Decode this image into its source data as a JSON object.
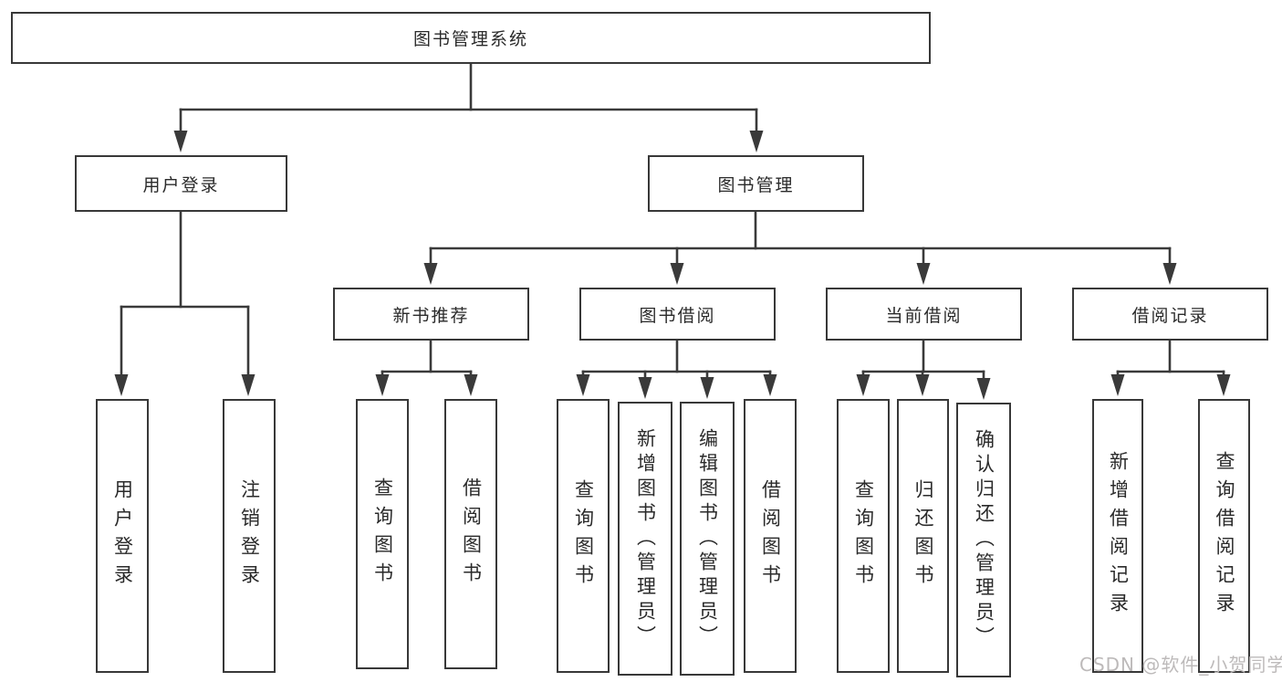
{
  "nodes": {
    "root": "图书管理系统",
    "user_login": "用户登录",
    "book_mgmt": "图书管理",
    "new_book_rec": "新书推荐",
    "book_borrow": "图书借阅",
    "current_borrow": "当前借阅",
    "borrow_records": "借阅记录",
    "ul_user_login": "用户登录",
    "ul_logout": "注销登录",
    "nbr_query_books": "查询图书",
    "nbr_borrow_books": "借阅图书",
    "bb_query_books": "查询图书",
    "bb_add_books": "新增图书（管理员）",
    "bb_edit_books": "编辑图书（管理员）",
    "bb_borrow_books": "借阅图书",
    "cb_query_books": "查询图书",
    "cb_return_books": "归还图书",
    "cb_confirm_return": "确认归还（管理员）",
    "br_add_record": "新增借阅记录",
    "br_query_record": "查询借阅记录"
  },
  "hierarchy": {
    "图书管理系统": {
      "用户登录": [
        "用户登录",
        "注销登录"
      ],
      "图书管理": {
        "新书推荐": [
          "查询图书",
          "借阅图书"
        ],
        "图书借阅": [
          "查询图书",
          "新增图书（管理员）",
          "编辑图书（管理员）",
          "借阅图书"
        ],
        "当前借阅": [
          "查询图书",
          "归还图书",
          "确认归还（管理员）"
        ],
        "借阅记录": [
          "新增借阅记录",
          "查询借阅记录"
        ]
      }
    }
  },
  "watermark": "CSDN @软件_小贺同学",
  "colors": {
    "background": "#ffffff",
    "line": "#3a3a3a",
    "box_border": "#383838",
    "text": "#2a2a2a",
    "watermark": "#bdbaba"
  }
}
